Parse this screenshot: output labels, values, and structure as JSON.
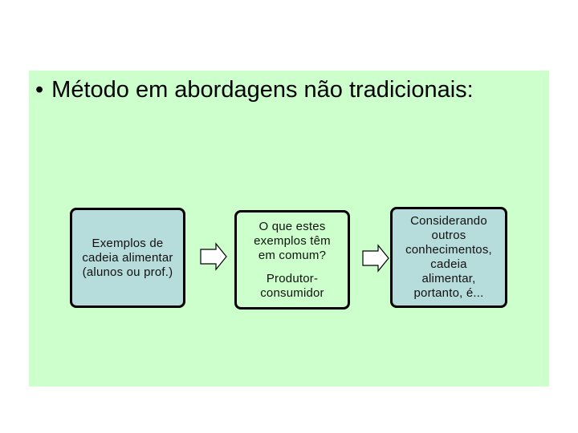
{
  "slide": {
    "bullet_glyph": "•",
    "bullet_text": "Método em abordagens não tradicionais:"
  },
  "flow": {
    "box1": {
      "lines": [
        "Exemplos de",
        "cadeia alimentar",
        "(alunos ou prof.)"
      ]
    },
    "box2": {
      "question_lines": [
        "O que estes",
        "exemplos têm",
        "em comum?"
      ],
      "answer_lines": [
        "Produtor-",
        "consumidor"
      ]
    },
    "box3": {
      "lines": [
        "Considerando",
        "outros",
        "conhecimentos,",
        "cadeia",
        "alimentar,",
        "portanto, é..."
      ]
    }
  },
  "colors": {
    "panel": "#ccffcc",
    "box_fill": "#b7dcdc",
    "border": "#000000"
  },
  "icons": [
    "right-arrow-icon",
    "right-arrow-icon"
  ]
}
